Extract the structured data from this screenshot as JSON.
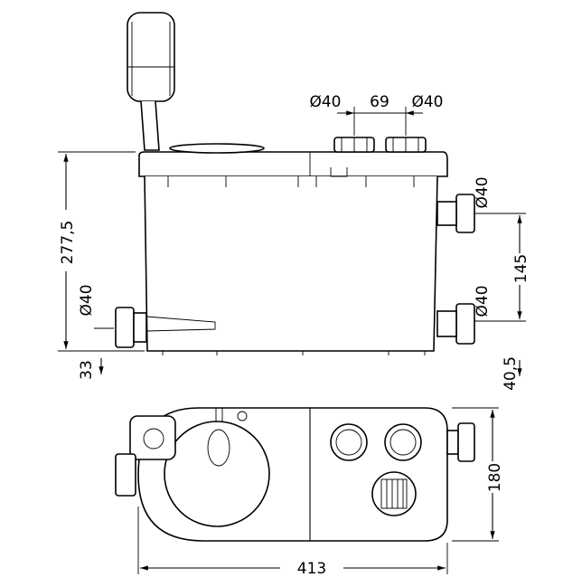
{
  "side_view": {
    "inlet_top_left": "Ø40",
    "inlet_spacing": "69",
    "inlet_top_right": "Ø40",
    "height_total": "277,5",
    "inlet_side_left": "Ø40",
    "inlet_left_height": "33",
    "outlet_right_upper": "Ø40",
    "outlet_right_lower": "Ø40",
    "right_spacing": "145",
    "right_bottom_height": "40,5"
  },
  "top_view": {
    "depth": "180",
    "width": "413"
  }
}
